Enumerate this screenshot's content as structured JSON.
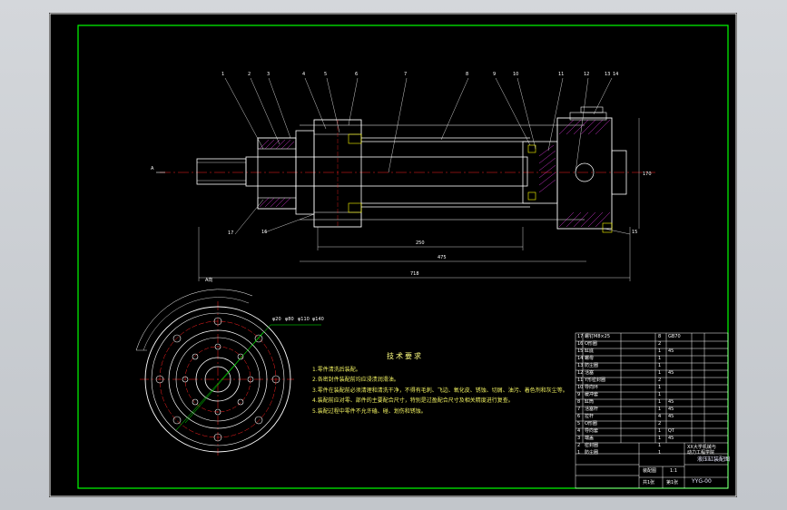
{
  "drawing": {
    "tech_requirements_title": "技术要求",
    "tech_requirements": [
      "1.零件清洗后装配。",
      "2.各密封件装配前均应浸渍润滑油。",
      "3.零件在装配前必须清理和清洗干净，不得有毛刺、飞边、氧化皮、锈蚀、切屑、油污、着色剂和灰尘等。",
      "4.装配前应对零、部件的主要配合尺寸，特别是过盈配合尺寸及相关精度进行复查。",
      "5.装配过程中零件不允许磕、碰、划伤和锈蚀。"
    ],
    "part_callouts": [
      "1",
      "2",
      "3",
      "4",
      "5",
      "6",
      "7",
      "8",
      "9",
      "10",
      "11",
      "12",
      "13",
      "14",
      "15",
      "16",
      "17"
    ],
    "dimensions": {
      "overall_length": "718",
      "mid_length": "475",
      "stroke": "250",
      "right_height": "170",
      "left_marker": "A",
      "section_label": "A向",
      "flange_diameters": [
        "φ20",
        "φ80",
        "φ110",
        "φ140"
      ]
    },
    "title_block": {
      "drawing_name": "液压缸装配图",
      "company_line1": "XX大学机械与",
      "company_line2": "动力工程学院",
      "scale": "1:1",
      "code": "YYG-00",
      "sheet_count": "共1张",
      "sheet_no": "第1张",
      "material_note": "装配图"
    },
    "bom_rows": [
      {
        "no": "17",
        "name": "螺钉M8×25",
        "qty": "8",
        "note": "GB70"
      },
      {
        "no": "16",
        "name": "O形圈",
        "qty": "2",
        "note": ""
      },
      {
        "no": "15",
        "name": "缸底",
        "qty": "1",
        "note": "45"
      },
      {
        "no": "14",
        "name": "螺母",
        "qty": "1",
        "note": ""
      },
      {
        "no": "13",
        "name": "防尘圈",
        "qty": "1",
        "note": ""
      },
      {
        "no": "12",
        "name": "活塞",
        "qty": "1",
        "note": "45"
      },
      {
        "no": "11",
        "name": "Y形密封圈",
        "qty": "2",
        "note": ""
      },
      {
        "no": "10",
        "name": "导向环",
        "qty": "1",
        "note": ""
      },
      {
        "no": "9",
        "name": "缓冲套",
        "qty": "1",
        "note": ""
      },
      {
        "no": "8",
        "name": "缸筒",
        "qty": "1",
        "note": "45"
      },
      {
        "no": "7",
        "name": "活塞杆",
        "qty": "1",
        "note": "45"
      },
      {
        "no": "6",
        "name": "拉杆",
        "qty": "4",
        "note": "45"
      },
      {
        "no": "5",
        "name": "O形圈",
        "qty": "2",
        "note": ""
      },
      {
        "no": "4",
        "name": "导向套",
        "qty": "1",
        "note": "QT"
      },
      {
        "no": "3",
        "name": "端盖",
        "qty": "1",
        "note": "45"
      },
      {
        "no": "2",
        "name": "密封圈",
        "qty": "1",
        "note": ""
      },
      {
        "no": "1",
        "name": "防尘圈",
        "qty": "1",
        "note": ""
      }
    ],
    "colors": {
      "frame": "#00ff00",
      "outline": "#ffffff",
      "red_center": "#ff2020",
      "blue": "#4060ff",
      "magenta": "#ff40ff",
      "yellow": "#ffff00",
      "orange": "#ff8000"
    }
  }
}
